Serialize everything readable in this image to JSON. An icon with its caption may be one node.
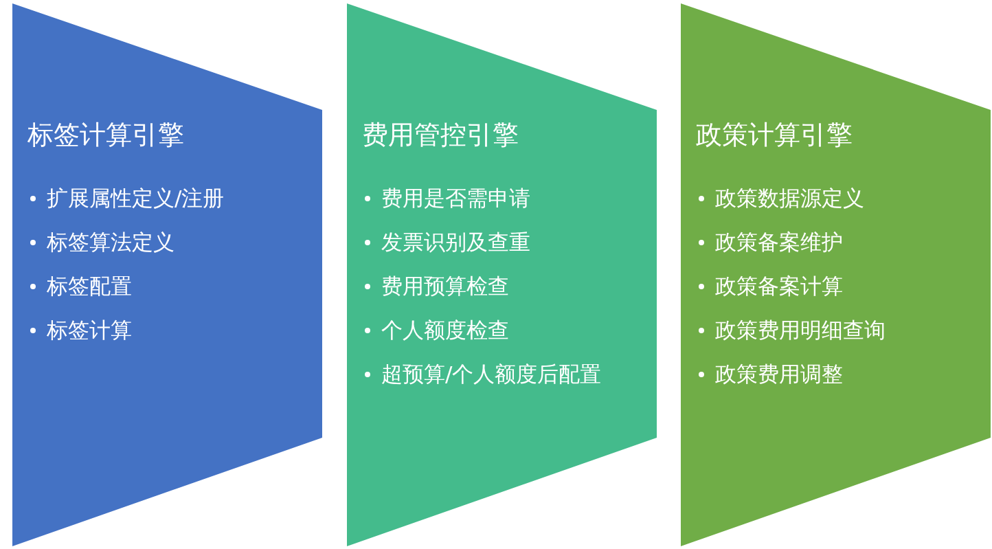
{
  "diagram": {
    "nodes": [
      {
        "text": [
          "标签计算引擎",
          "扩展属性定义/注册",
          "标签算法定义",
          "标签配置",
          "标签计算"
        ]
      },
      {
        "text": [
          "费用管控引擎",
          "费用是否需申请",
          "发票识别及查重",
          "费用预算检查",
          "个人额度检查",
          "超预算/个人额度后配置"
        ]
      },
      {
        "text": [
          "政策计算引擎",
          "政策数据源定义",
          "政策备案维护",
          "政策备案计算",
          "政策费用明细查询",
          "政策费用调整"
        ]
      }
    ]
  }
}
